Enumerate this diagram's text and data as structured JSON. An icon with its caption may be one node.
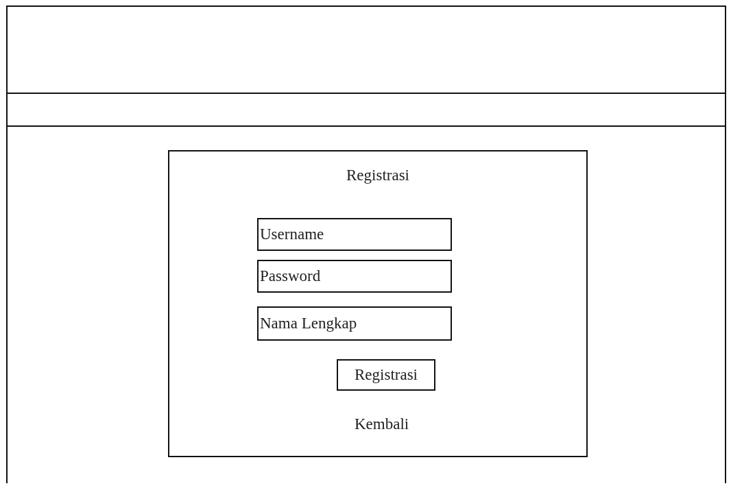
{
  "diagram": {
    "nodes": [
      {
        "text": [],
        "shape": "box"
      },
      {
        "text": [],
        "shape": "box",
        "in": 0
      },
      {
        "text": [],
        "shape": "bar",
        "in": 0
      },
      {
        "text": [
          "Registrasi"
        ],
        "in": 0
      },
      {
        "text": [
          "Username"
        ],
        "in": 3
      },
      {
        "text": [
          "Password"
        ],
        "in": 3
      },
      {
        "text": [
          "Nama Lengkap"
        ],
        "in": 3
      },
      {
        "text": [
          "Registrasi"
        ],
        "in": 3
      }
    ],
    "labels": [
      "Kembali"
    ]
  }
}
